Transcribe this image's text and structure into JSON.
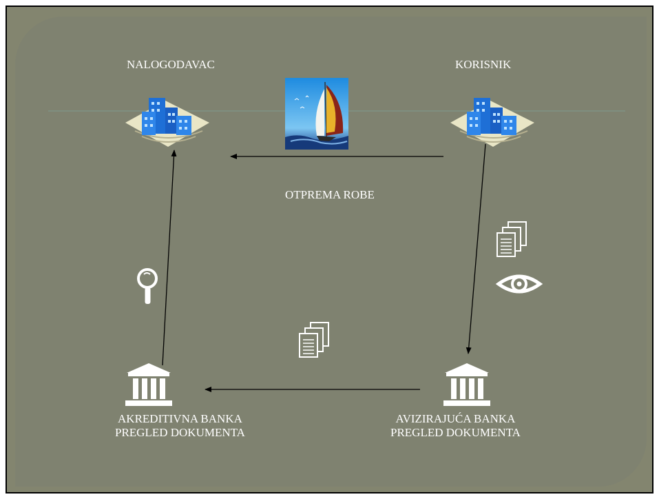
{
  "labels": {
    "nalogodavac": "NALOGODAVAC",
    "korisnik": "KORISNIK",
    "otprema": "OTPREMA ROBE",
    "akreditivna_line1": "AKREDITIVNA BANKA",
    "akreditivna_line2": "PREGLED DOKUMENTA",
    "avizirajuca_line1": "AVIZIRAJUĆA BANKA",
    "avizirajuca_line2": "PREGLED DOKUMENTA"
  },
  "icons": [
    "building-icon",
    "building-icon",
    "sailboat-icon",
    "documents-icon",
    "eye-icon",
    "documents-icon",
    "magnifier-icon",
    "bank-icon",
    "bank-icon"
  ],
  "colors": {
    "background": "#83856f",
    "slide": "#7f8270",
    "text": "#ffffff",
    "arrows": "#000000",
    "building_blue": "#1e6fd6",
    "building_base": "#e9e6c6"
  }
}
